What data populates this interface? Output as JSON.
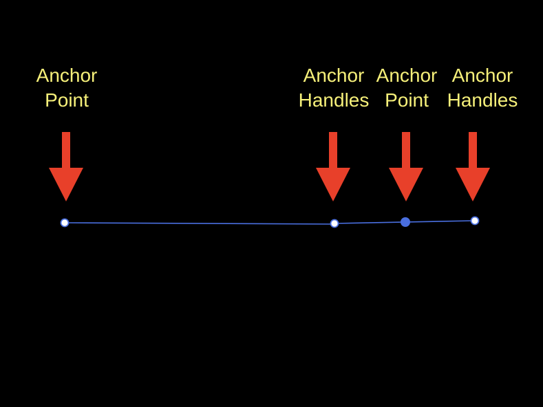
{
  "labels": [
    {
      "line1": "Anchor",
      "line2": "Point"
    },
    {
      "line1": "Anchor",
      "line2": "Handles"
    },
    {
      "line1": "Anchor",
      "line2": "Point"
    },
    {
      "line1": "Anchor",
      "line2": "Handles"
    }
  ],
  "colors": {
    "background": "#000000",
    "label_text": "#f6f07a",
    "arrow": "#e8402a",
    "path_line": "#4a6fe0",
    "hollow_point_fill": "#ffffff",
    "filled_point_fill": "#4a6fe0"
  }
}
